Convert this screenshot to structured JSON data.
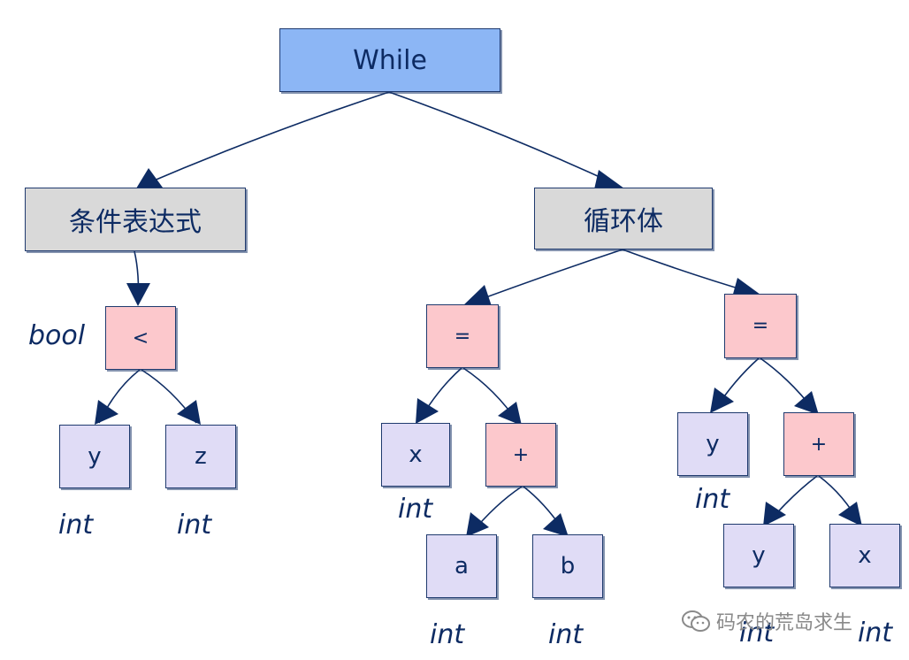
{
  "nodes": {
    "while": "While",
    "cond": "条件表达式",
    "body": "循环体",
    "lt": "<",
    "y1": "y",
    "z1": "z",
    "assign1": "=",
    "assign2": "=",
    "x1": "x",
    "plus1": "+",
    "a1": "a",
    "b1": "b",
    "y2": "y",
    "plus2": "+",
    "y3": "y",
    "x2": "x"
  },
  "types": {
    "bool": "bool",
    "int": "int"
  },
  "watermark": {
    "icon": "wechat-icon",
    "text": "码农的荒岛求生"
  },
  "colors": {
    "root": "#8cb6f5",
    "branch": "#d9d9d9",
    "operator": "#fcc8cc",
    "leaf": "#e0dcf6",
    "ink": "#0d2b63"
  }
}
